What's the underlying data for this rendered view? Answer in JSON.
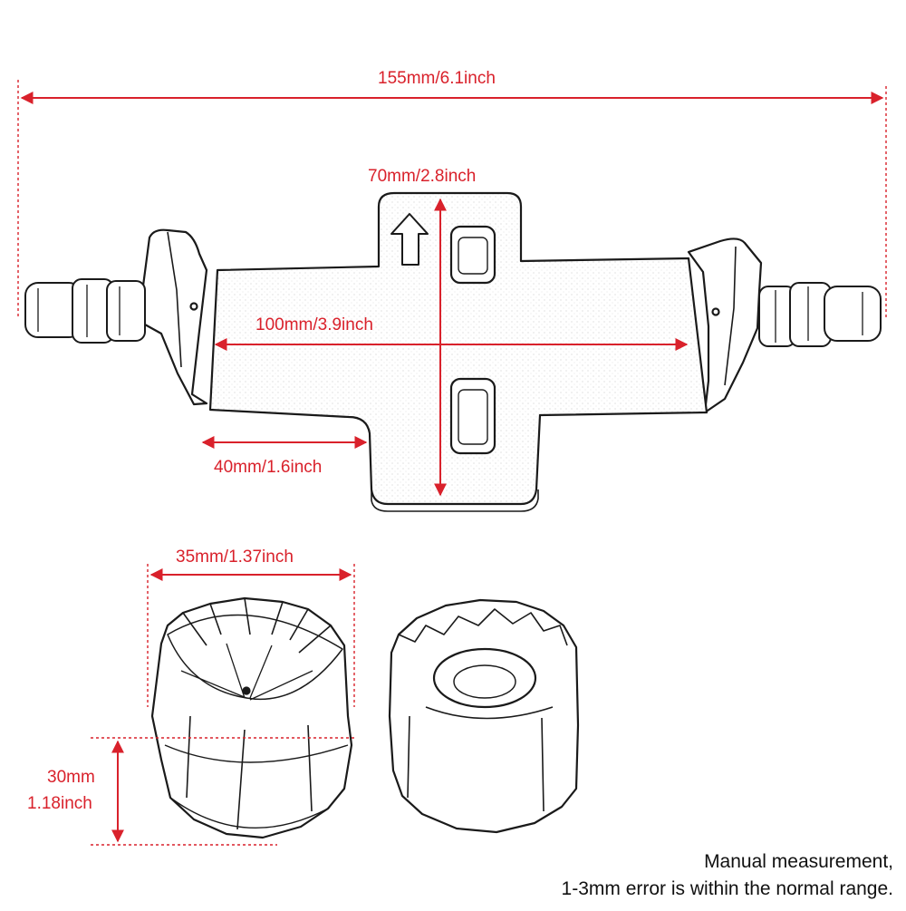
{
  "dimensions": {
    "overall_width": "155mm/6.1inch",
    "plate_height": "70mm/2.8inch",
    "plate_width": "100mm/3.9inch",
    "tab_width": "40mm/1.6inch",
    "slider_diameter": "35mm/1.37inch",
    "slider_length_mm": "30mm",
    "slider_length_inch": "1.18inch"
  },
  "note": {
    "line1": "Manual measurement,",
    "line2": "1-3mm error is within the normal range."
  },
  "colors": {
    "dimension": "#d9212b",
    "outline": "#1a1a1a",
    "text": "#111111"
  }
}
